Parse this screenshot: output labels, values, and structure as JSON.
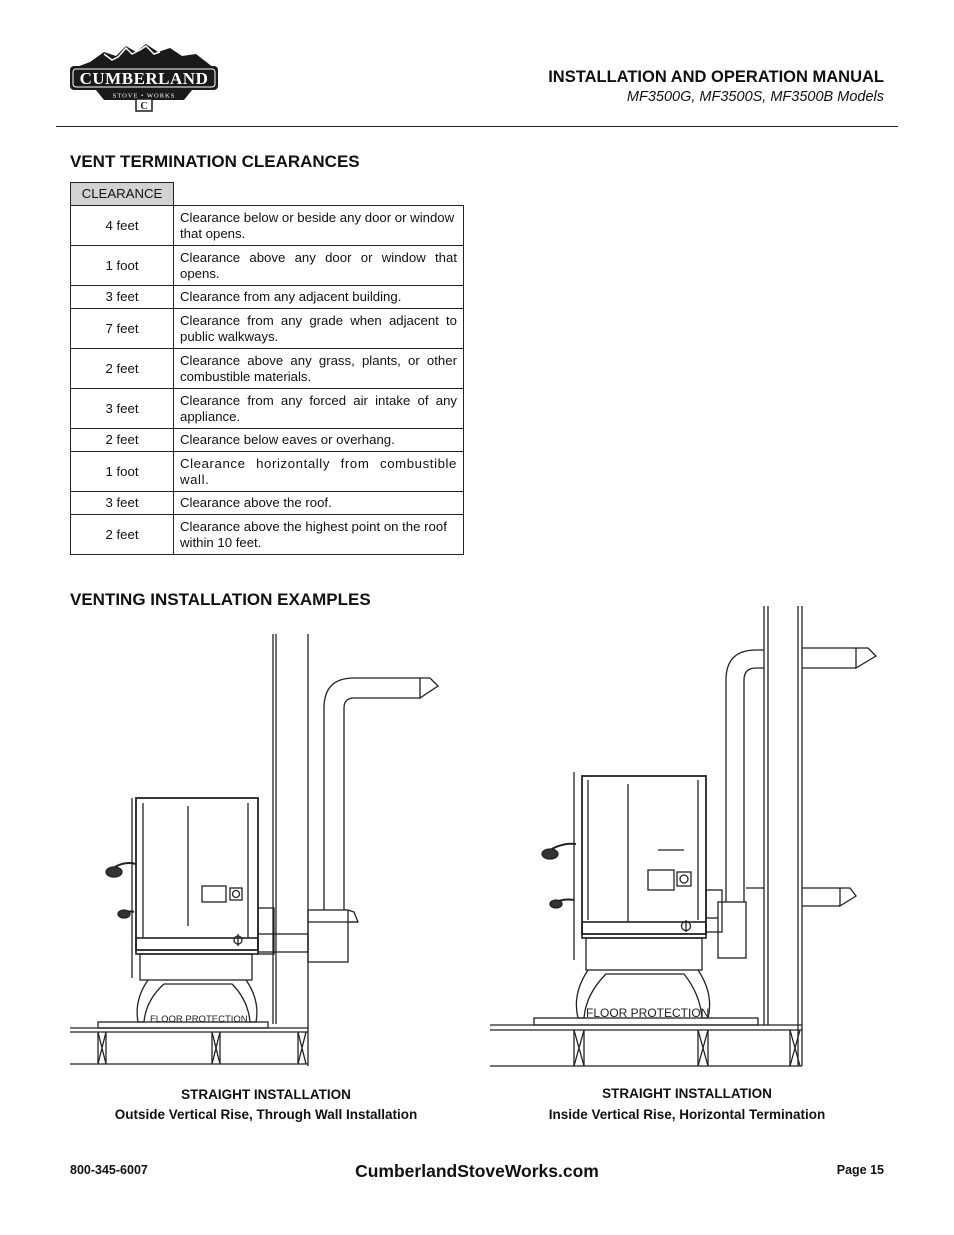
{
  "header": {
    "brand": "CUMBERLAND",
    "brand_sub": "STOVE • WORKS",
    "brand_mark": "C",
    "title": "INSTALLATION AND OPERATION MANUAL",
    "subtitle": "MF3500G, MF3500S, MF3500B Models"
  },
  "sections": {
    "clearances_title": "VENT TERMINATION CLEARANCES",
    "examples_title": "VENTING INSTALLATION EXAMPLES"
  },
  "table": {
    "header": "CLEARANCE",
    "rows": [
      {
        "distance": "4 feet",
        "description": "Clearance below or beside any door or window that opens."
      },
      {
        "distance": "1 foot",
        "description": "Clearance above any door or window that opens."
      },
      {
        "distance": "3 feet",
        "description": "Clearance from any adjacent building."
      },
      {
        "distance": "7 feet",
        "description": "Clearance from any grade when adjacent to public walkways."
      },
      {
        "distance": "2 feet",
        "description": "Clearance above any grass, plants, or other combustible materials."
      },
      {
        "distance": "3 feet",
        "description": "Clearance from any forced air intake of any appliance."
      },
      {
        "distance": "2 feet",
        "description": "Clearance below eaves or overhang."
      },
      {
        "distance": "1 foot",
        "description": "Clearance horizontally from combustible wall."
      },
      {
        "distance": "3 feet",
        "description": "Clearance above the roof."
      },
      {
        "distance": "2 feet",
        "description": "Clearance above the highest point on the roof within 10 feet."
      }
    ]
  },
  "diagrams": [
    {
      "floor_label": "FLOOR PROTECTION",
      "caption_title": "STRAIGHT INSTALLATION",
      "caption_sub": "Outside Vertical Rise, Through Wall Installation"
    },
    {
      "floor_label": "FLOOR PROTECTION",
      "caption_title": "STRAIGHT INSTALLATION",
      "caption_sub": "Inside Vertical Rise, Horizontal Termination"
    }
  ],
  "footer": {
    "phone": "800-345-6007",
    "website": "CumberlandStoveWorks.com",
    "page": "Page 15"
  }
}
